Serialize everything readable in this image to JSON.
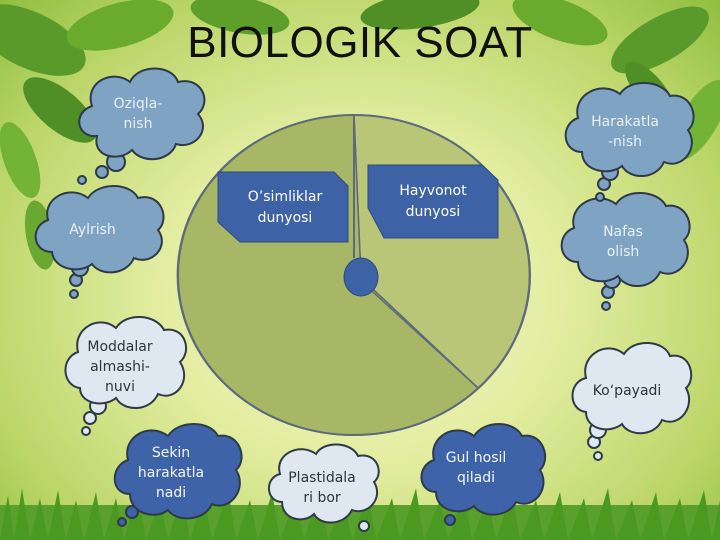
{
  "title": "BIOLOGIK SOAT",
  "clock": {
    "left_label": "O’simliklar\ndunyosi",
    "right_label": "Hayvonot\ndunyosi"
  },
  "clouds": [
    {
      "id": "oziqlanish",
      "text": "Oziqla-\nnish"
    },
    {
      "id": "ayirish",
      "text": "Aylrish"
    },
    {
      "id": "moddalar",
      "text": "Moddalar\nalmashi-\nnuvi"
    },
    {
      "id": "sekin",
      "text": "Sekin\nharakatla\nnadi"
    },
    {
      "id": "plastidalari",
      "text": "Plastidala\nri bor"
    },
    {
      "id": "gul",
      "text": "Gul hosil\nqiladi"
    },
    {
      "id": "kopayadi",
      "text": "Ko‘payadi"
    },
    {
      "id": "nafas",
      "text": "Nafas\nolish"
    },
    {
      "id": "harakatlanish",
      "text": "Harakatla\n-nish"
    }
  ],
  "colors": {
    "clock_left": "#a9b86a",
    "clock_right": "#b7c477",
    "label_box": "#3e62a6",
    "cloud_light": "#7fa3c3",
    "cloud_pale": "#dfe8f0",
    "cloud_blue": "#3f63a8"
  }
}
